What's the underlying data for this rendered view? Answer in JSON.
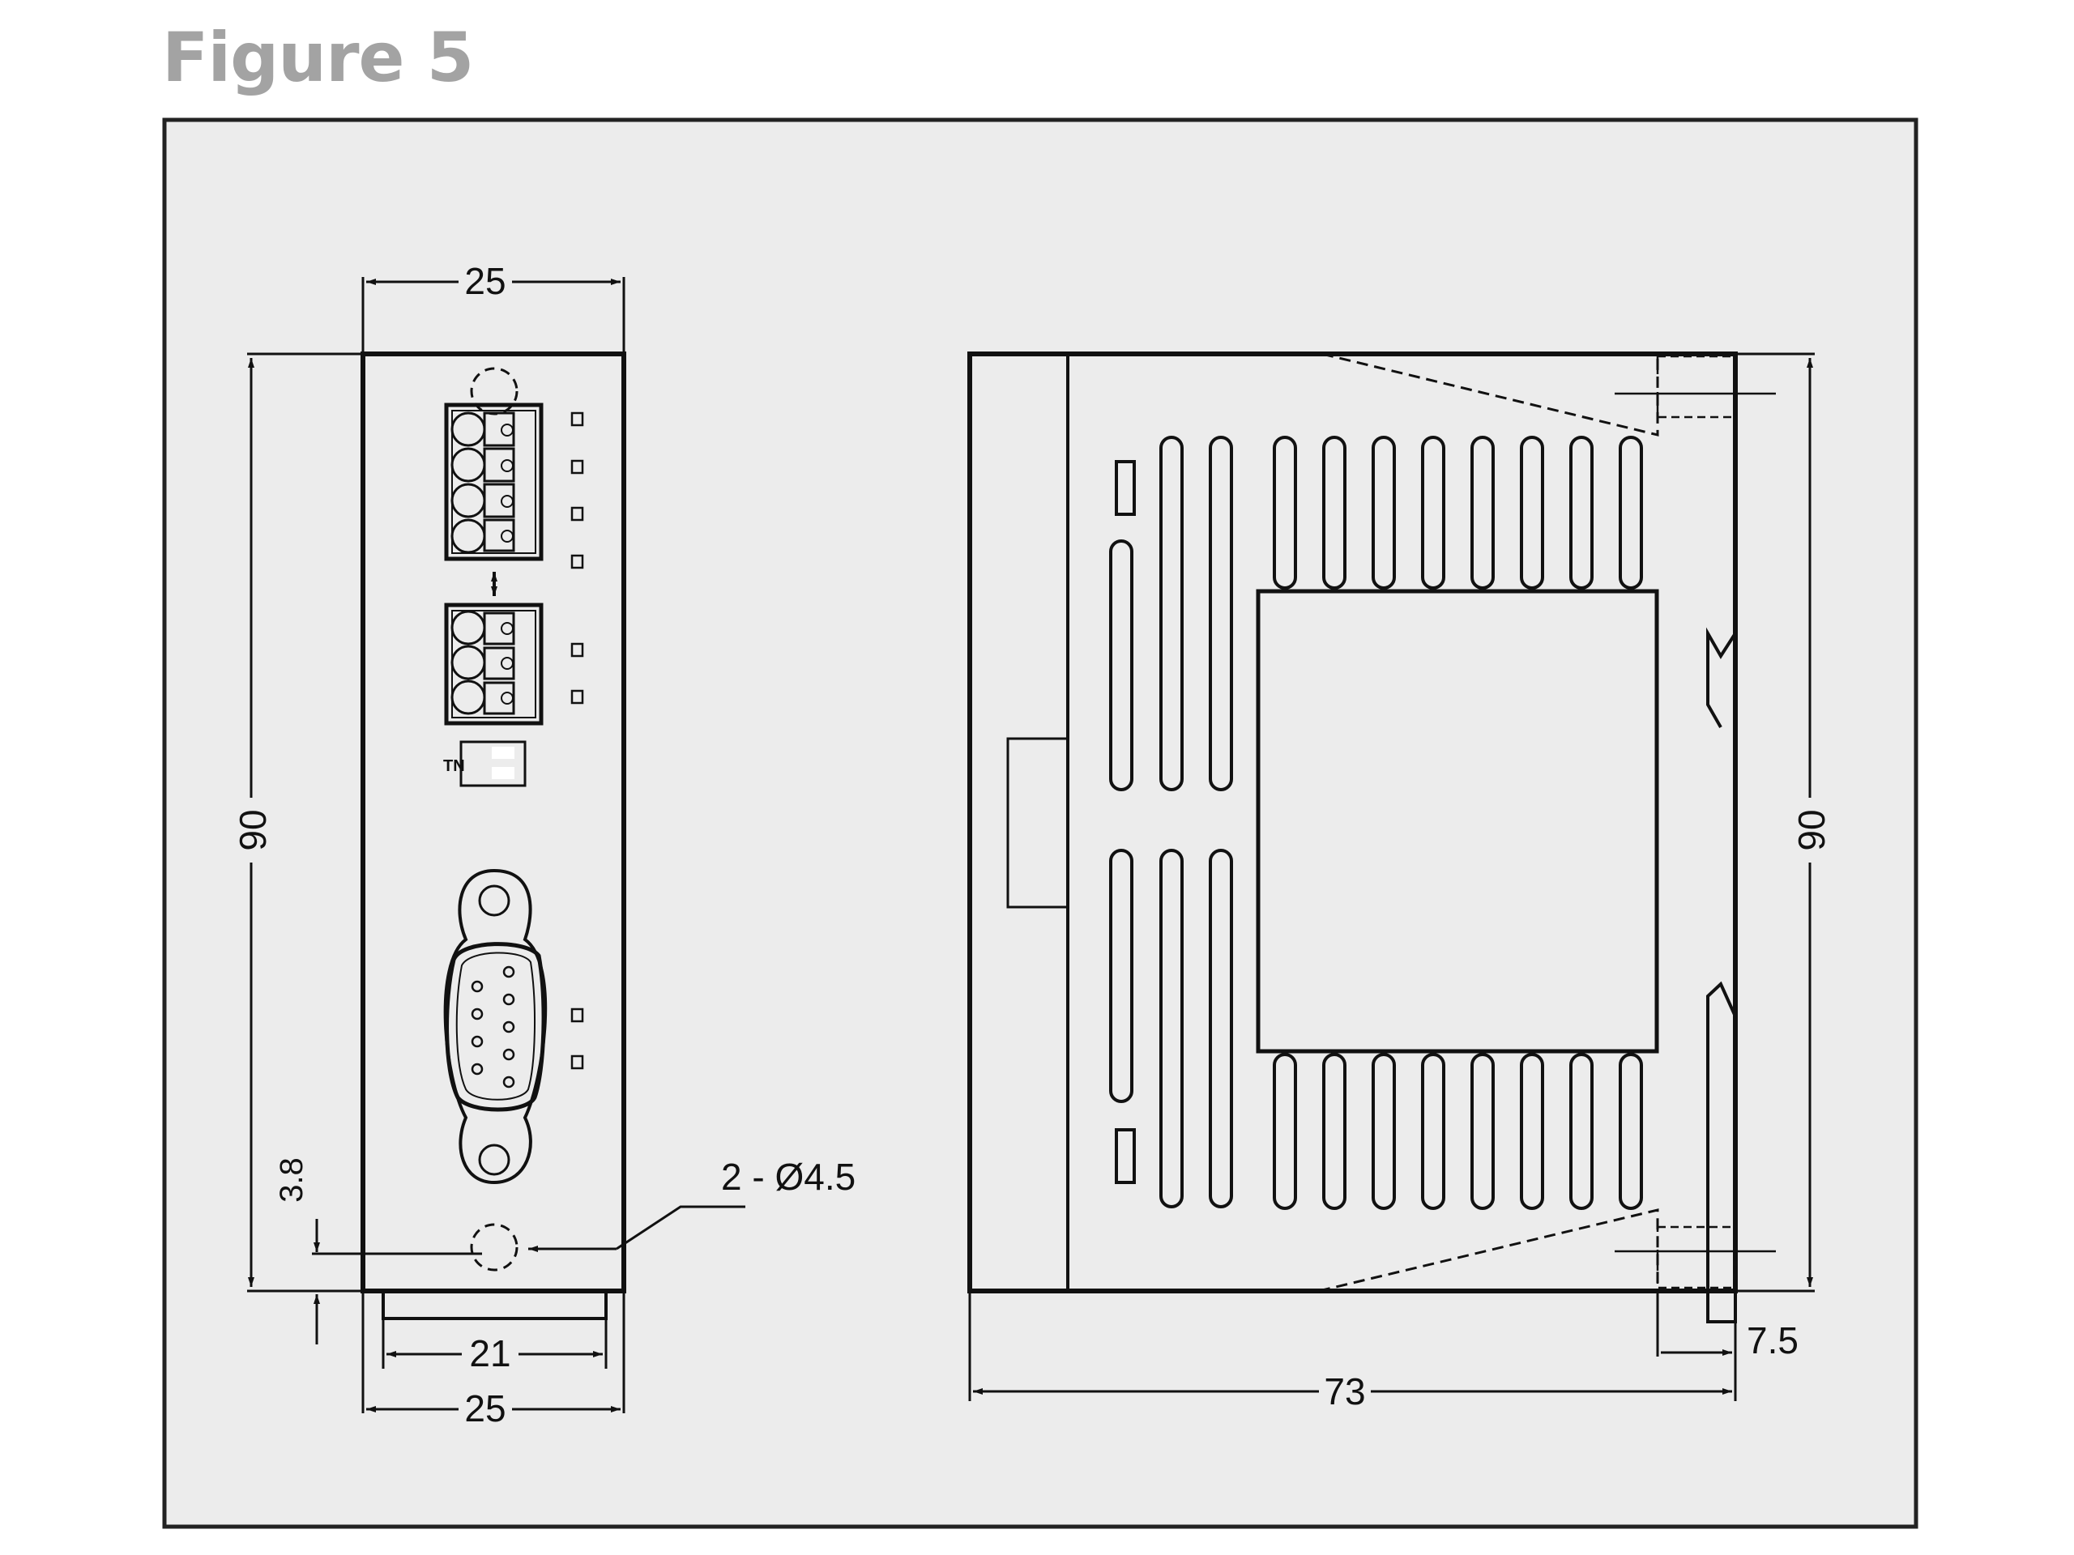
{
  "figure": {
    "title": "Figure 5"
  },
  "front_view": {
    "width_top": "25",
    "height": "90",
    "hole_offset": "3.8",
    "hole_callout": "2 - Ø4.5",
    "din_width": "21",
    "width_bottom": "25",
    "switch_label": "TN"
  },
  "side_view": {
    "height": "90",
    "depth": "73",
    "rail_offset": "7.5"
  },
  "colors": {
    "panel_bg": "#ececec",
    "line": "#111111",
    "title": "#a3a3a3"
  }
}
